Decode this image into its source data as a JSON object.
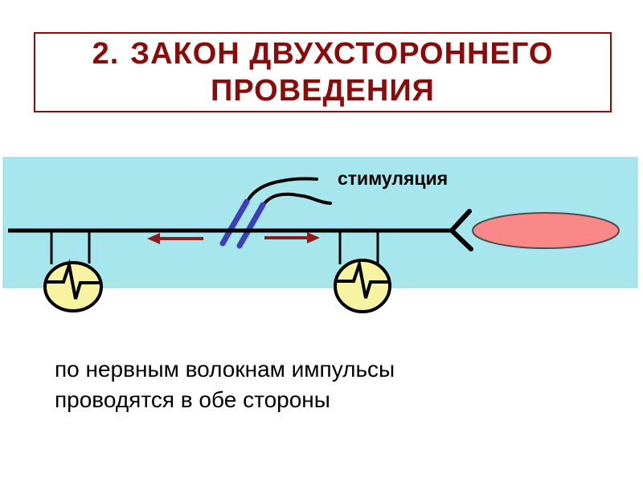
{
  "colors": {
    "title-red": "#8B0A0A",
    "band-blue": "#A8E6EE",
    "band-edge": "#93D7E1",
    "arrow-red": "#8E1A1A",
    "electrode-blue": "#3E3EB8",
    "oscilloscope-yellow": "#F7F3A0",
    "muscle-pink": "#FA8888",
    "ink-black": "#000000"
  },
  "title": {
    "number": "2.",
    "line1": "ЗАКОН ДВУХСТОРОННЕГО",
    "line2": "ПРОВЕДЕНИЯ"
  },
  "diagram": {
    "stimulation_label": "стимуляция"
  },
  "caption": {
    "line1": "по нервным волокнам импульсы",
    "line2": "проводятся в обе стороны"
  }
}
